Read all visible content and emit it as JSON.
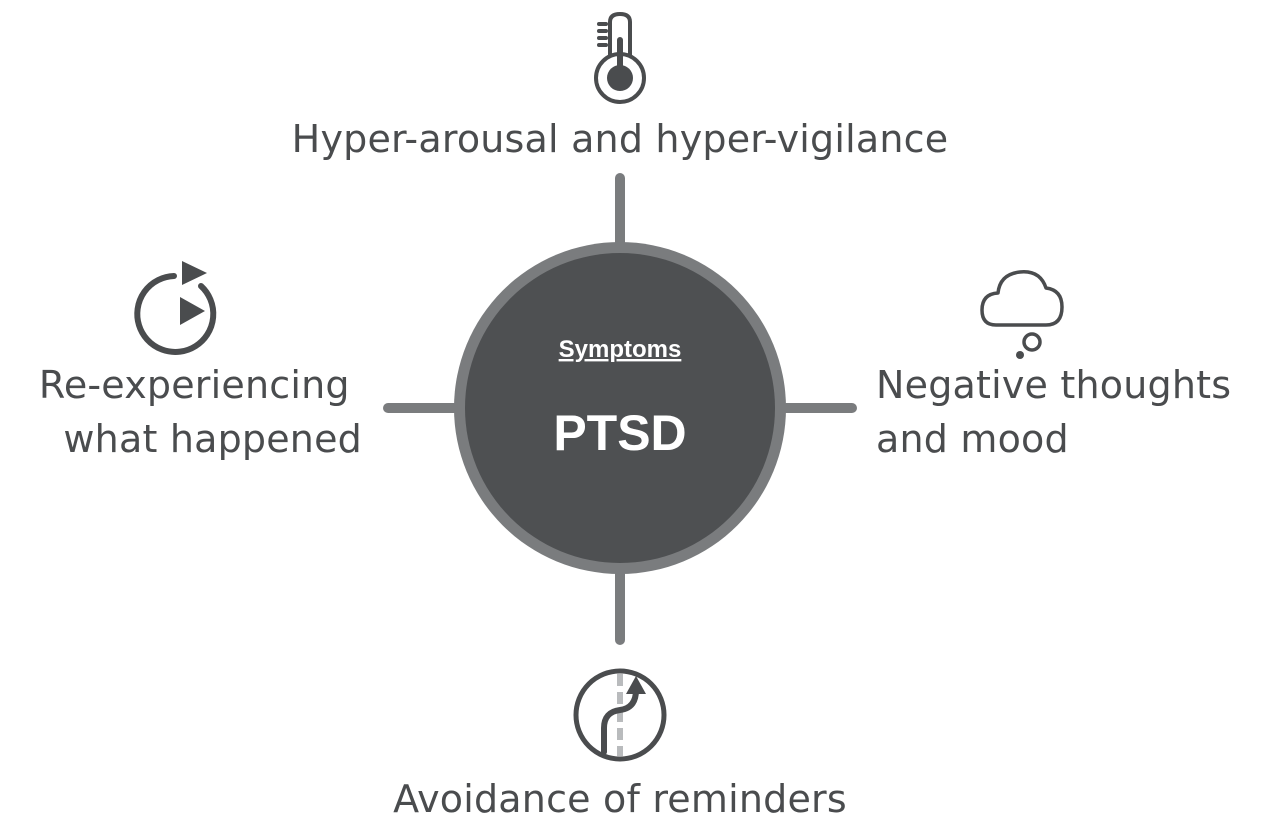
{
  "center": {
    "subtitle": "Symptoms",
    "title": "PTSD"
  },
  "symptoms": {
    "top": {
      "label": "Hyper-arousal and hyper-vigilance",
      "icon": "thermometer-icon"
    },
    "left": {
      "line1": "Re-experiencing",
      "line2": "what happened",
      "icon": "replay-icon"
    },
    "right": {
      "line1": "Negative thoughts",
      "line2": "and mood",
      "icon": "thought-cloud-icon"
    },
    "bottom": {
      "label": "Avoidance of reminders",
      "icon": "detour-arrow-icon"
    }
  },
  "colors": {
    "circle_fill": "#4e5052",
    "circle_ring": "#7a7c7e",
    "connector": "#7a7c7e",
    "text": "#4a4c4e",
    "icon": "#4a4c4e"
  }
}
